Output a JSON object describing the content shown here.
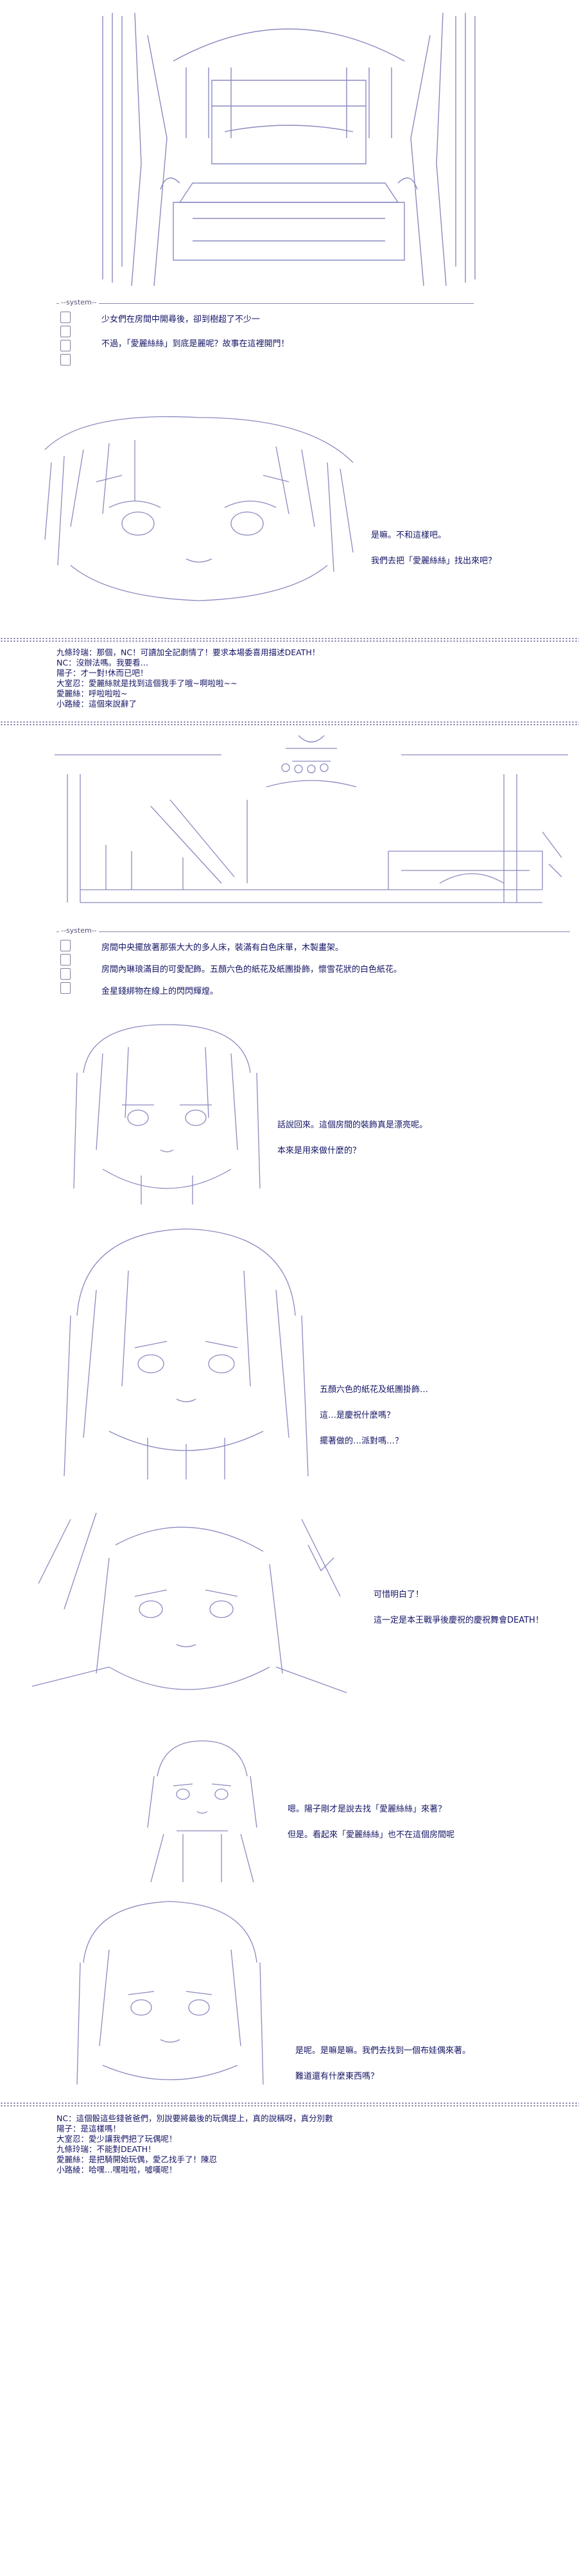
{
  "colors": {
    "text": "#141466",
    "art": "#8a8ac0",
    "dots": "#7070a0"
  },
  "panel1": {
    "system_label": "--system--",
    "lines": [
      "少女們在房間中開尋後，卻到樹超了不少一",
      "不過，「愛麗絲絲」到底是麗呢？故事在這裡開門！"
    ]
  },
  "panel2": {
    "lines": [
      "是嘛。不和這樣吧。",
      "我們去把「愛麗絲絲」找出來吧？"
    ]
  },
  "chat1": {
    "lines": [
      "九條玲瑞：那個，NC！可讀加全記劇情了！要求本場委喜用描述DEATH！",
      "NC：沒辦法嗎。我要看…",
      "陽子：才一對!休而已吧！",
      "大室忍：愛麗絲就是找到這個我手了哦~啊啦啦~~",
      "愛麗絲：呼啦啦啦~",
      "小路綾：這個來說辭了"
    ]
  },
  "panel3": {
    "system_label": "--system--",
    "lines": [
      "房間中央擺放著那張大大的多人床，裝滿有白色床單，木製畫架。",
      "房間內琳琅滿目的可愛配飾。五顏六色的紙花及紙團掛飾，懷雪花狀的白色紙花。",
      "金星錢綁物在線上的閃閃輝煌。"
    ]
  },
  "panel4": {
    "lines": [
      "話說回來。這個房間的裝飾真是漂亮呢。",
      "本來是用來做什麼的？"
    ]
  },
  "panel5": {
    "lines": [
      "五顏六色的紙花及紙團掛飾…",
      "這…是慶祝什麼嗎？",
      "擺著做的…派對嗎…？"
    ]
  },
  "panel6": {
    "lines": [
      "可惜明白了！",
      "這一定是本王戰爭後慶祝的慶祝舞會DEATH！"
    ]
  },
  "panel7": {
    "lines": [
      "嗯。陽子剛才是說去找「愛麗絲絲」來著？",
      "但是。看起來「愛麗絲絲」也不在這個房間呢"
    ]
  },
  "panel8": {
    "lines": [
      "是呢。是嘛是嘛。我們去找到一個布娃偶來著。",
      "難道還有什麼東西嗎？"
    ]
  },
  "chat2": {
    "lines": [
      "NC：這個骰這些錢爸爸們，別說要將最後的玩偶提上，真的說稱呀，真分別數",
      "陽子：是這樣嗎！",
      "大室忍：愛少讓我們把了玩偶呢！",
      "九條玲瑞：不能對DEATH！",
      "愛麗絲：是把騎開始玩偶，愛乙找手了！陳忍",
      "小路綾：哈嘿…嘿啦啦，噓嘆呢！"
    ]
  }
}
